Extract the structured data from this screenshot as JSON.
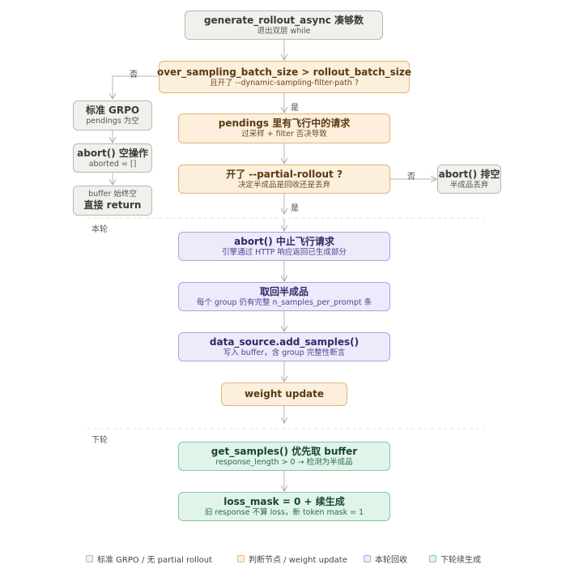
{
  "nodes": {
    "start": {
      "title": "generate_rollout_async 凑够数",
      "sub": "退出双层 while"
    },
    "check_batch": {
      "title": "over_sampling_batch_size > rollout_batch_size",
      "sub": "且开了 --dynamic-sampling-filter-path ?"
    },
    "standard": {
      "title": "标准 GRPO",
      "sub": "pendings 为空"
    },
    "abort_noop": {
      "title": "abort() 空操作",
      "sub": "aborted = []"
    },
    "direct_return": {
      "title": "直接 return",
      "sub": "buffer 始终空"
    },
    "pendings": {
      "title": "pendings 里有飞行中的请求",
      "sub": "过采样 + filter 否决导致"
    },
    "partial_check": {
      "title": "开了 --partial-rollout ?",
      "sub": "决定半成品是回收还是丢弃"
    },
    "abort_discard": {
      "title": "abort() 排空",
      "sub": "半成品丢弃"
    },
    "abort_inflight": {
      "title": "abort() 中止飞行请求",
      "sub": "引擎通过 HTTP 响应返回已生成部分"
    },
    "retrieve": {
      "title": "取回半成品",
      "sub": "每个 group 仍有完整 n_samples_per_prompt 条"
    },
    "add_samples": {
      "title": "data_source.add_samples()",
      "sub": "写入 buffer，含 group 完整性断言"
    },
    "weight_update": {
      "title": "weight update"
    },
    "get_samples": {
      "title": "get_samples() 优先取 buffer",
      "sub": "response_length > 0 → 检测为半成品"
    },
    "loss_mask": {
      "title": "loss_mask = 0 + 续生成",
      "sub": "旧 response 不算 loss，新 token mask = 1"
    }
  },
  "edge_labels": {
    "no1": "否",
    "yes1": "是",
    "no2": "否",
    "yes2": "是"
  },
  "sections": {
    "this_round": "本轮",
    "next_round": "下轮"
  },
  "legend": [
    {
      "label": "标准 GRPO / 无 partial rollout",
      "fill": "#f2f0ec",
      "stroke": "#bdb7ac"
    },
    {
      "label": "判断节点 / weight update",
      "fill": "#fcefdc",
      "stroke": "#e2b478"
    },
    {
      "label": "本轮回收",
      "fill": "#eeeafb",
      "stroke": "#aea2e0"
    },
    {
      "label": "下轮续生成",
      "fill": "#e1f4ea",
      "stroke": "#86c7a4"
    }
  ]
}
